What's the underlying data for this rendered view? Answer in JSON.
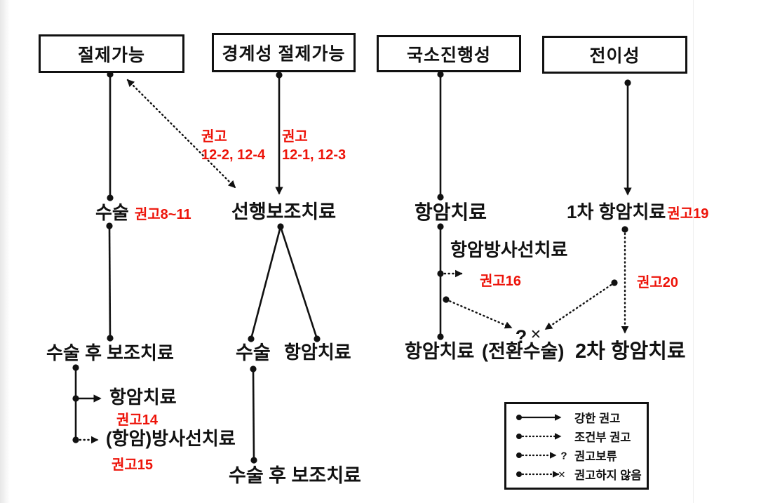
{
  "palette": {
    "accent_red": "#ed1309",
    "ink": "#111111"
  },
  "category_boxes": {
    "resectable": "절제가능",
    "borderline": "경계성 절제가능",
    "locally_advanced": "국소진행성",
    "metastatic": "전이성"
  },
  "resectable": {
    "surgery": "수술",
    "surgery_rec": "권고8~11",
    "adjuvant": "수술 후 보조치료",
    "adjuvant_chemo": "항암치료",
    "adjuvant_chemo_rec": "권고14",
    "adjuvant_chemoradiation": "(항암)방사선치료",
    "adjuvant_chemoradiation_rec": "권고15"
  },
  "borderline": {
    "neoadjuvant": "선행보조치료",
    "rec_from_resectable": {
      "line1": "권고",
      "line2": "12-2, 12-4"
    },
    "rec_direct": {
      "line1": "권고",
      "line2": "12-1, 12-3"
    },
    "surgery": "수술",
    "chemo": "항암치료",
    "adjuvant": "수술 후 보조치료"
  },
  "locally_advanced": {
    "chemo": "항암치료",
    "chemoradiation": "항암방사선치료",
    "chemoradiation_rec": "권고16",
    "chemo_continued": "항암치료",
    "conversion_surgery": "(전환수술)",
    "hold_mark": "?"
  },
  "metastatic": {
    "first_line": "1차 항암치료",
    "first_line_rec": "권고19",
    "second_line": "2차 항암치료",
    "second_line_rec": "권고20",
    "not_recommended_mark": "✕"
  },
  "legend": {
    "items": [
      {
        "icon": "strong-arrow-icon",
        "label": "강한 권고"
      },
      {
        "icon": "conditional-arrow-icon",
        "label": "조건부 권고"
      },
      {
        "icon": "hold-arrow-icon",
        "label": "권고보류",
        "mark": "?"
      },
      {
        "icon": "not-recommended-arrow-icon",
        "label": "권고하지 않음",
        "mark": "✕"
      }
    ]
  }
}
